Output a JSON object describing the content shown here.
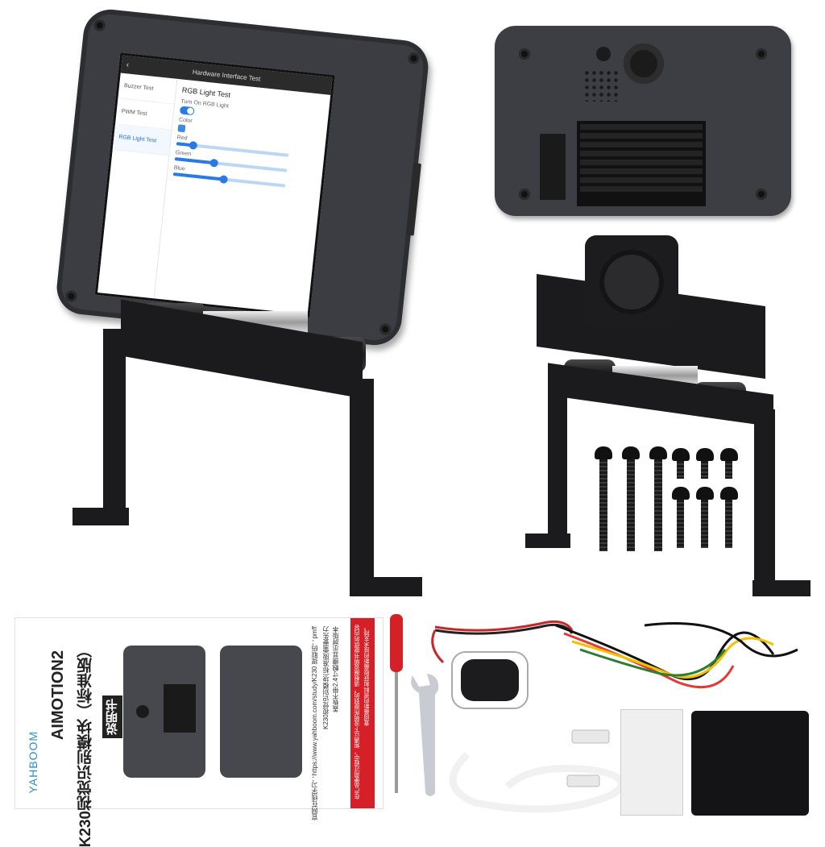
{
  "device_screen": {
    "header_title": "Hardware Interface Test",
    "back_glyph": "‹",
    "sidebar_items": [
      "Buzzer Test",
      "PWM Test",
      "RGB Light Test"
    ],
    "active_item_index": 2,
    "panel_title": "RGB Light Test",
    "toggle_label": "Turn On RGB Light",
    "toggle_on": true,
    "color_label": "Color",
    "swatch_color": "#3d8be6",
    "sliders": [
      {
        "label": "Red",
        "level": 0.15
      },
      {
        "label": "Green",
        "level": 0.35
      },
      {
        "label": "Blue",
        "level": 0.45
      }
    ]
  },
  "manual": {
    "brand": "YAHBOOM",
    "product_name": "AIMOTION2",
    "subtitle": "K230视觉识别模块（标准版）",
    "doc_type": "说明书",
    "info_line_1": "K230视觉识别模块(标准版)需要先力",
    "info_line_2": "盖板不带2.4寸触摸显示屏版本",
    "url_line": "官网在线学习：https://www.yahboom.com/study/K230  提取码：pmff",
    "notice_line_1": "在产品使用过程中，如遇以下说明所提到的，请根据说明书提供的内容",
    "notice_line_2": "查阅最新的资料和获取最新的技术支持。"
  },
  "colors": {
    "device_body": "#3b3d42",
    "screen_accent": "#2a7ae4",
    "manual_red": "#d62027",
    "bracket": "#1b1b1d"
  }
}
